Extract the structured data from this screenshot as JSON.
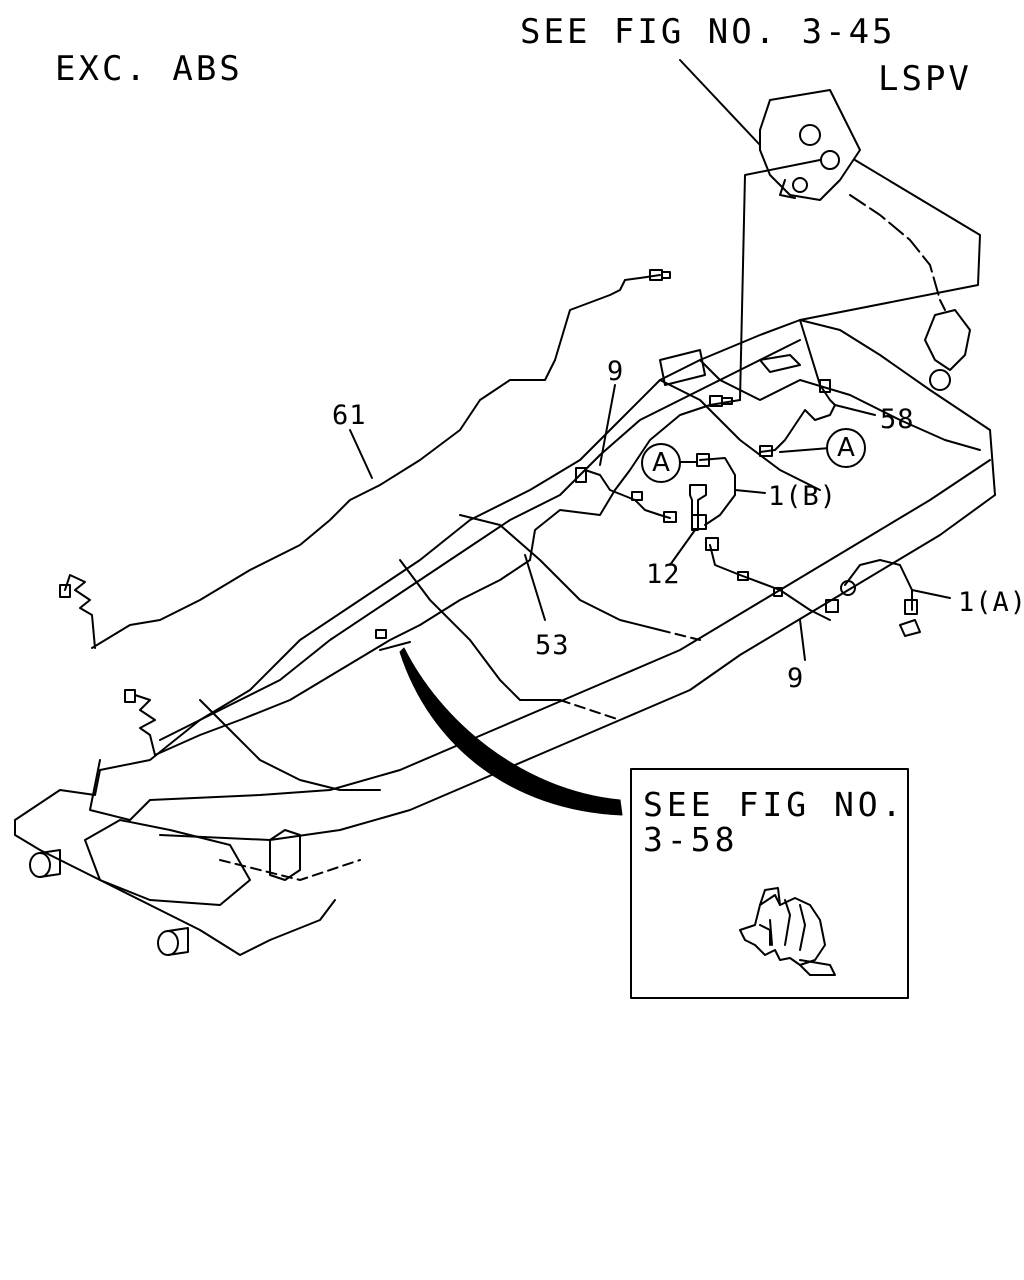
{
  "header": {
    "variant_label": "EXC. ABS",
    "reference_top": "SEE FIG NO. 3-45",
    "lspv_label": "LSPV"
  },
  "callouts": {
    "part_61": "61",
    "part_9_upper": "9",
    "part_9_lower": "9",
    "part_58": "58",
    "part_1b": "1(B)",
    "part_12": "12",
    "part_53": "53",
    "part_1a": "1(A)",
    "ref_a_left": "A",
    "ref_a_right": "A"
  },
  "inset": {
    "line1": "SEE FIG NO.",
    "line2": "3-58"
  },
  "colors": {
    "ink": "#000000",
    "paper": "#ffffff"
  }
}
